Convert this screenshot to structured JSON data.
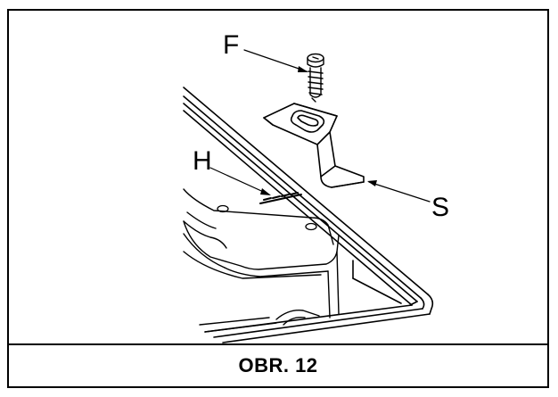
{
  "labels": {
    "F": "F",
    "H": "H",
    "S": "S"
  },
  "caption": "OBR. 12"
}
